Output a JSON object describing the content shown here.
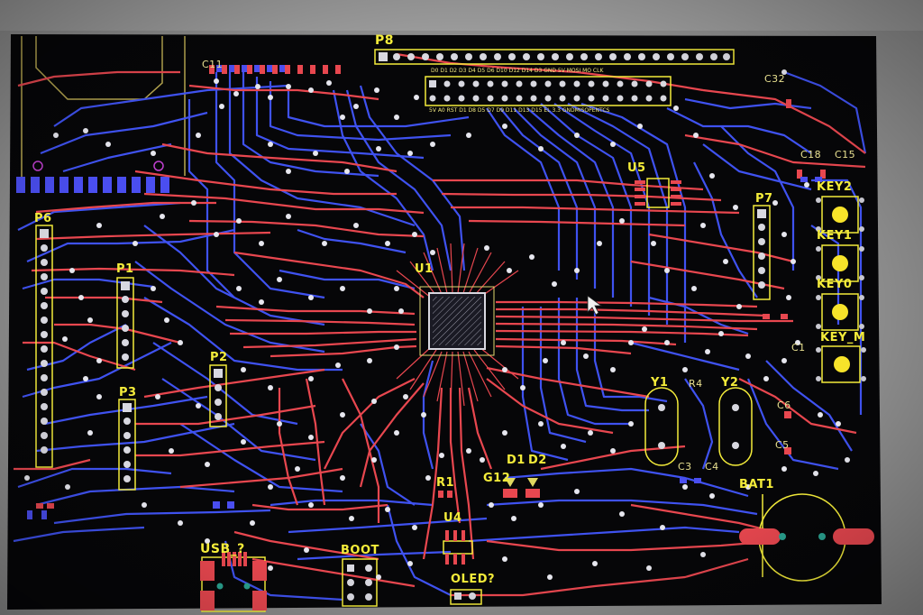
{
  "board_labels": {
    "p8": "P8",
    "u1": "U1",
    "u5": "U5",
    "p1": "P1",
    "p2": "P2",
    "p3": "P3",
    "p6": "P6",
    "p7": "P7",
    "key2": "KEY2",
    "key1": "KEY1",
    "key0": "KEY0",
    "key_m": "KEY_M",
    "y1": "Y1",
    "y2": "Y2",
    "r1": "R1",
    "r4": "R4",
    "d1": "D1",
    "d2": "D2",
    "u4": "U4",
    "boot": "BOOT",
    "oled": "OLED?",
    "usb": "USB_?",
    "bat1": "BAT1",
    "c1": "C1",
    "c3": "C3",
    "c4": "C4",
    "c5": "C5",
    "c6": "C6",
    "c11": "C11",
    "c15": "C15",
    "c18": "C18",
    "c32": "C32",
    "g12": "G12"
  },
  "header_pin_labels": {
    "row1": "D0 D1 D2 D3 D4 D5 D6 D10 D12 D14 D3 GND 5V MOSI MO CLK",
    "row2": "5V A0 RST D1 D8 D5 D7 D9 D11 D13 D15 EL 3.3 GNDMISOPENTCS"
  },
  "colors": {
    "board": "#060608",
    "top_copper": "#e8474f",
    "bottom_copper": "#3f52f0",
    "silkscreen": "#f4ec3a",
    "pad": "#d8d8e0",
    "button": "#f7e32a"
  }
}
